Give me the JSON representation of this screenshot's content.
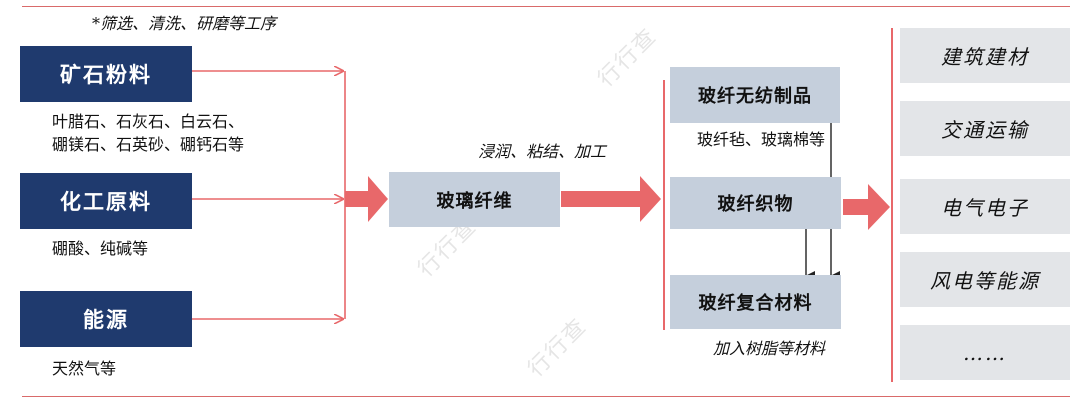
{
  "raw_materials": [
    {
      "label": "矿石粉料",
      "desc": "叶腊石、石灰石、白云石、\n硼镁石、石英砂、硼钙石等"
    },
    {
      "label": "化工原料",
      "desc": "硼酸、纯碱等"
    },
    {
      "label": "能源",
      "desc": "天然气等"
    }
  ],
  "process_note": "*筛选、清洗、研磨等工序",
  "center": {
    "label": "玻璃纤维",
    "process_label": "浸润、粘结、加工"
  },
  "products": [
    {
      "label": "玻纤无纺制品",
      "note": "玻纤毡、玻璃棉等"
    },
    {
      "label": "玻纤织物",
      "note": ""
    },
    {
      "label": "玻纤复合材料",
      "note": "加入树脂等材料"
    }
  ],
  "applications": [
    "建筑建材",
    "交通运输",
    "电气电子",
    "风电等能源",
    "……"
  ],
  "watermark": "行行查",
  "colors": {
    "navy": "#1f3a6e",
    "arrow": "#e8686a",
    "rule": "#d96a6a",
    "product_fill": "#c5cfdc",
    "app_fill": "#e3e5e8"
  }
}
